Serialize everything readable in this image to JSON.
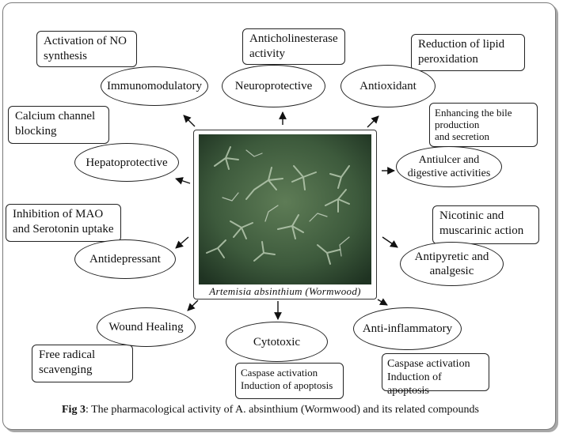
{
  "figure_caption": {
    "label": "Fig 3",
    "text": ": The pharmacological activity of A. absinthium (Wormwood) and its related compounds"
  },
  "center": {
    "caption": "Artemisia absinthium (Wormwood)"
  },
  "activities": {
    "immunomodulatory": "Immunomodulatory",
    "neuroprotective": "Neuroprotective",
    "antioxidant": "Antioxidant",
    "hepatoprotective": "Hepatoprotective",
    "antiulcer": [
      "Antiulcer and",
      "digestive activities"
    ],
    "antidepressant": "Antidepressant",
    "antipyretic": [
      "Antipyretic and",
      "analgesic"
    ],
    "wound_healing": "Wound Healing",
    "cytotoxic": "Cytotoxic",
    "anti_inflammatory": "Anti-inflammatory"
  },
  "mechanisms": {
    "no_synthesis": [
      "Activation of NO",
      "synthesis"
    ],
    "anticholinesterase": [
      "Anticholinesterase",
      "activity"
    ],
    "lipid_peroxidation": [
      "Reduction of lipid",
      "peroxidation"
    ],
    "calcium_channel": [
      "Calcium channel",
      "blocking"
    ],
    "bile": [
      "Enhancing the bile",
      "production",
      "and secretion"
    ],
    "mao": [
      "Inhibition of MAO",
      "and Serotonin uptake"
    ],
    "nicotinic": [
      "Nicotinic and",
      "muscarinic action"
    ],
    "free_radical": [
      "Free radical",
      "scavenging"
    ],
    "caspase_cytotoxic": [
      "Caspase activation",
      "Induction of apoptosis"
    ],
    "caspase_inflammatory": [
      "Caspase activation",
      "Induction of apoptosis"
    ]
  }
}
